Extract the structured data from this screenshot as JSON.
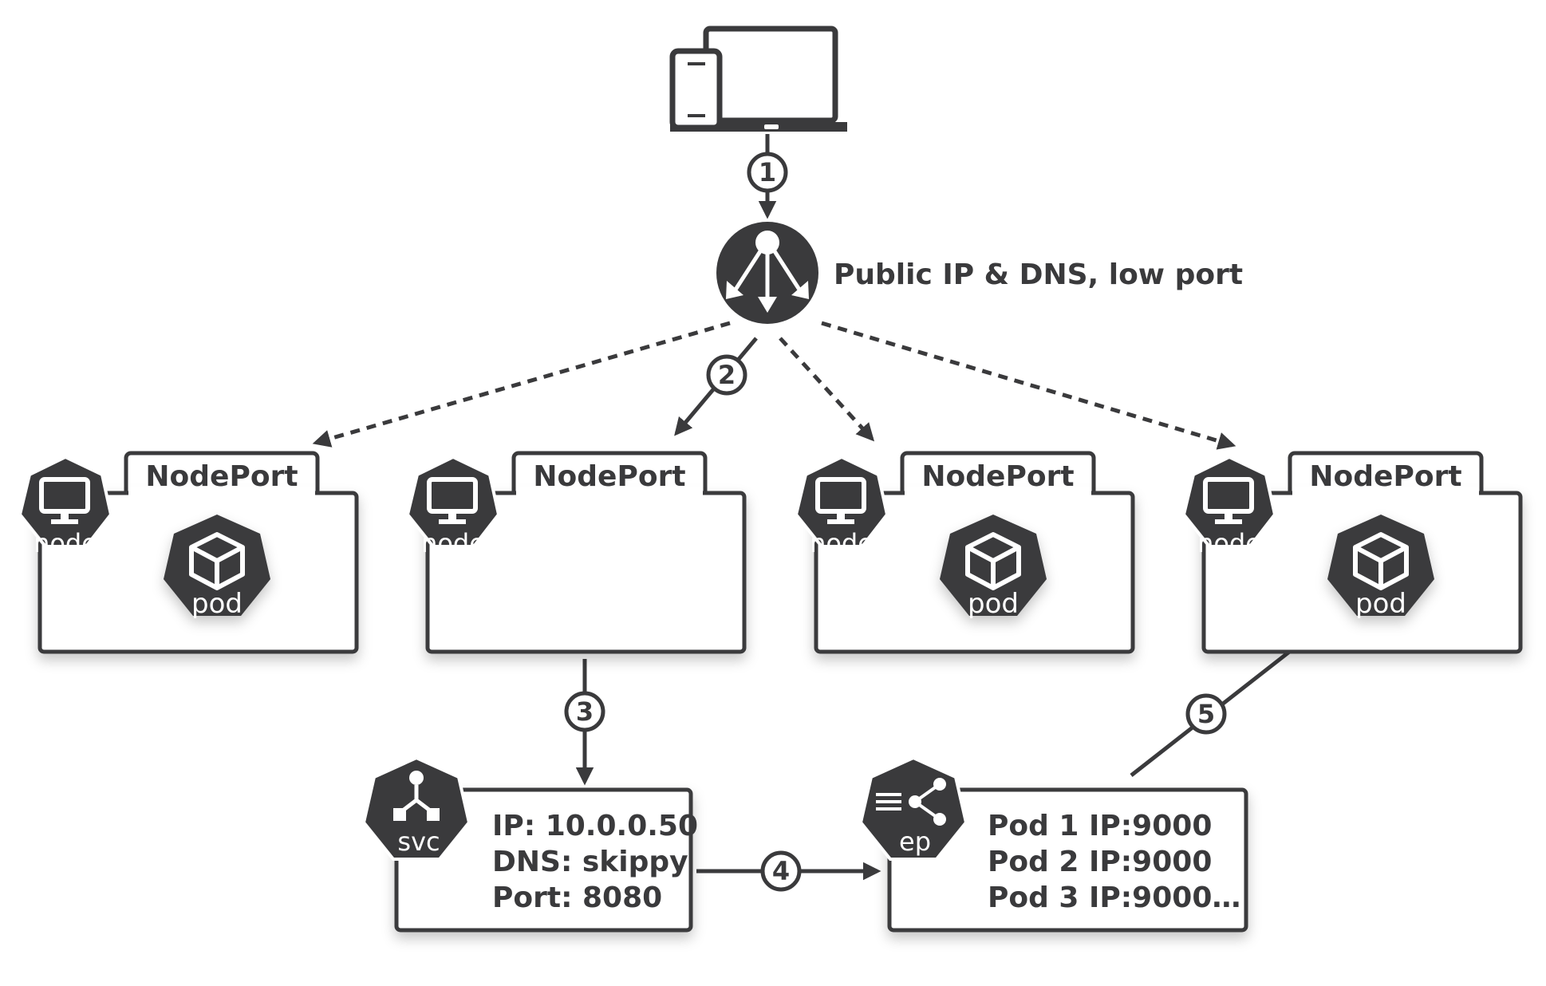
{
  "diagram": {
    "load_balancer": {
      "label": "Public IP & DNS, low port",
      "icon": "load-balancer-icon"
    },
    "steps": [
      "1",
      "2",
      "3",
      "4",
      "5"
    ],
    "nodes": [
      {
        "tab": "NodePort",
        "node_label": "node",
        "pod_label": "pod",
        "has_pod": true
      },
      {
        "tab": "NodePort",
        "node_label": "node",
        "pod_label": "",
        "has_pod": false
      },
      {
        "tab": "NodePort",
        "node_label": "node",
        "pod_label": "pod",
        "has_pod": true
      },
      {
        "tab": "NodePort",
        "node_label": "node",
        "pod_label": "pod",
        "has_pod": true
      }
    ],
    "service": {
      "badge": "svc",
      "lines": [
        "IP: 10.0.0.50",
        "DNS: skippy",
        "Port: 8080"
      ]
    },
    "endpoints": {
      "badge": "ep",
      "lines": [
        "Pod 1 IP:9000",
        "Pod 2 IP:9000",
        "Pod 3 IP:9000…"
      ]
    },
    "colors": {
      "ink": "#3a3a3c",
      "background": "#ffffff"
    }
  }
}
